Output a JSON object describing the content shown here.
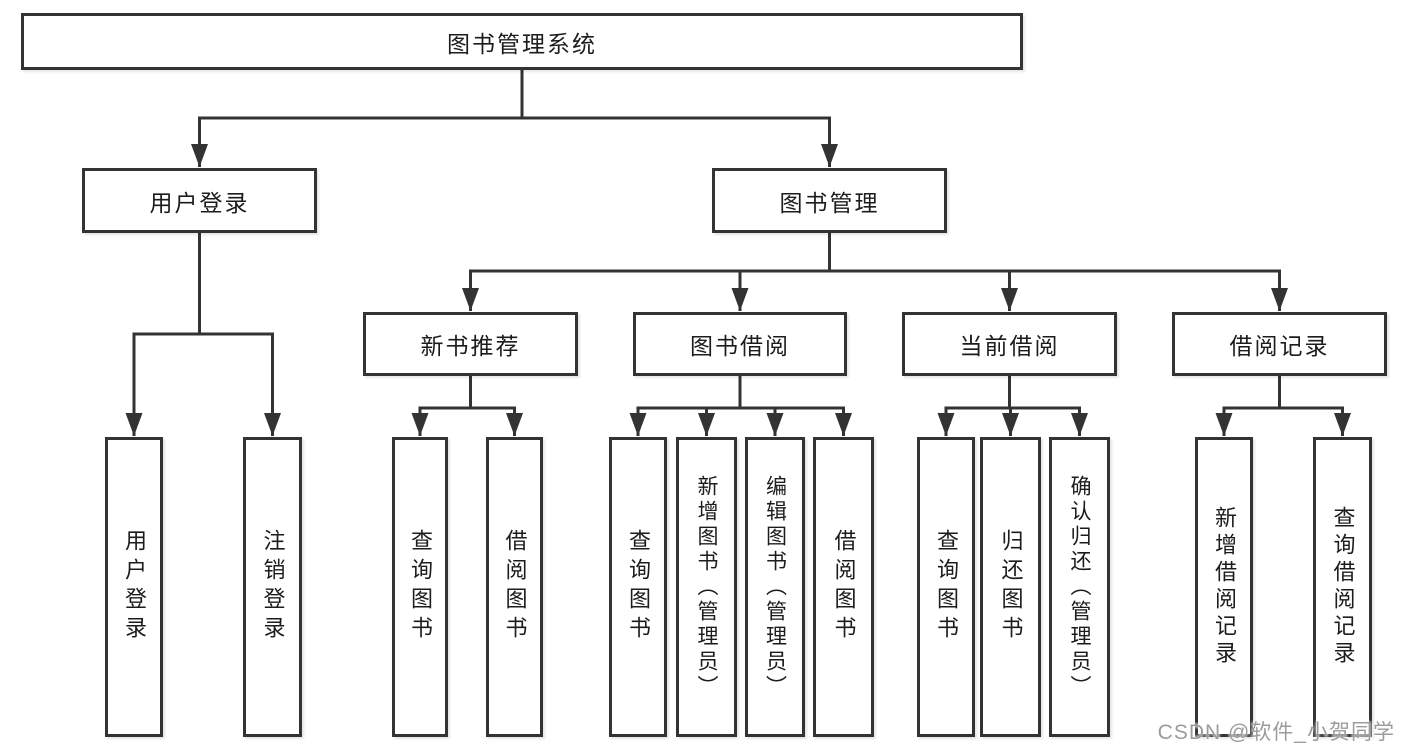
{
  "colors": {
    "line": "#333333",
    "node_border": "#333333",
    "node_text": "#1c1c1c",
    "background": "#ffffff",
    "watermark": "#9c9c9c"
  },
  "watermark": "CSDN @软件_小贺同学",
  "tree": {
    "root": {
      "label": "图书管理系统",
      "children": [
        {
          "label": "用户登录",
          "children": [
            {
              "label": "用户登录"
            },
            {
              "label": "注销登录"
            }
          ]
        },
        {
          "label": "图书管理",
          "children": [
            {
              "label": "新书推荐",
              "children": [
                {
                  "label": "查询图书"
                },
                {
                  "label": "借阅图书"
                }
              ]
            },
            {
              "label": "图书借阅",
              "children": [
                {
                  "label": "查询图书"
                },
                {
                  "label": "新增图书（管理员）"
                },
                {
                  "label": "编辑图书（管理员）"
                },
                {
                  "label": "借阅图书"
                }
              ]
            },
            {
              "label": "当前借阅",
              "children": [
                {
                  "label": "查询图书"
                },
                {
                  "label": "归还图书"
                },
                {
                  "label": "确认归还（管理员）"
                }
              ]
            },
            {
              "label": "借阅记录",
              "children": [
                {
                  "label": "新增借阅记录"
                },
                {
                  "label": "查询借阅记录"
                }
              ]
            }
          ]
        }
      ]
    }
  }
}
